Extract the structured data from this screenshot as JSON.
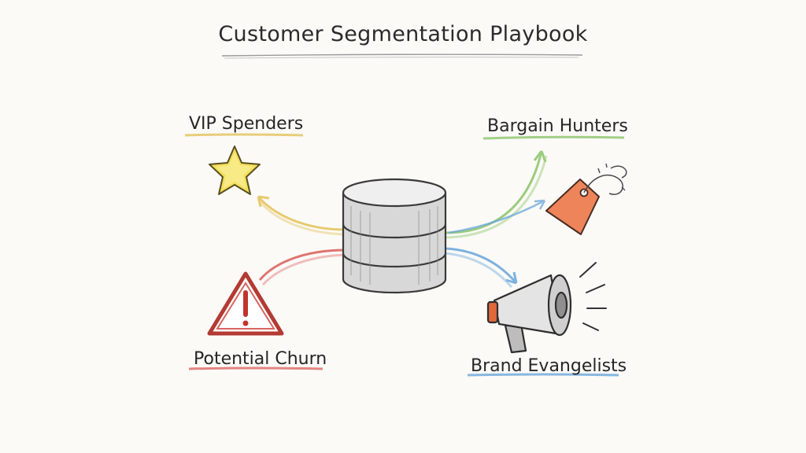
{
  "title": "Customer Segmentation Playbook",
  "segments": {
    "vip": {
      "label": "VIP Spenders",
      "color": "#e4c25a"
    },
    "bargain": {
      "label": "Bargain Hunters",
      "color": "#8cc46a"
    },
    "churn": {
      "label": "Potential Churn",
      "color": "#d9534f"
    },
    "brand": {
      "label": "Brand Evangelists",
      "color": "#6aa6d9"
    }
  },
  "center_icon": "database-icon",
  "icons": [
    "star-icon",
    "price-tag-icon",
    "warning-triangle-icon",
    "megaphone-icon"
  ]
}
